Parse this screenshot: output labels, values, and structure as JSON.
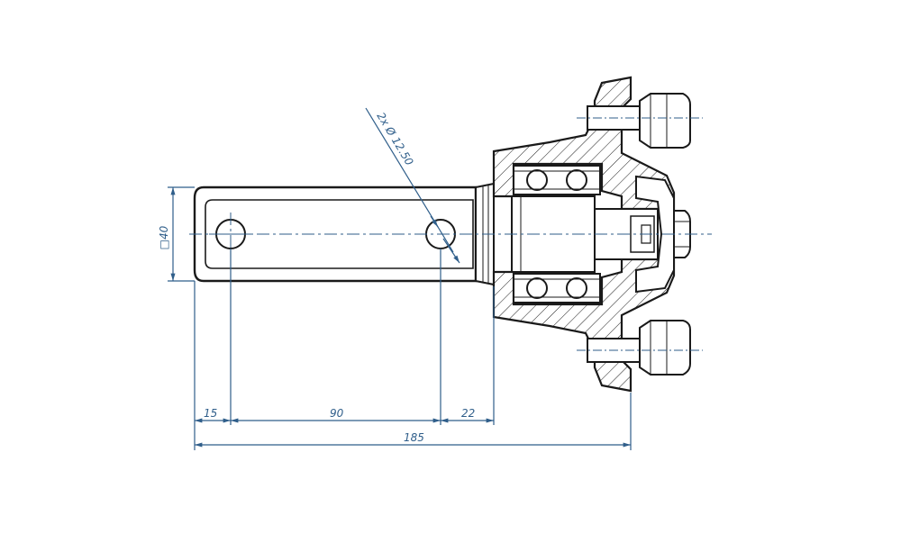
{
  "colors": {
    "outline": "#1a1a1a",
    "dimension": "#2f5e8a",
    "hatch": "#1a1a1a",
    "background": "#ffffff"
  },
  "annotations": {
    "hole_callout": "2x Ø 12.50",
    "square_size": "□40"
  },
  "dimensions": {
    "d15": "15",
    "d90": "90",
    "d22": "22",
    "d185": "185"
  }
}
